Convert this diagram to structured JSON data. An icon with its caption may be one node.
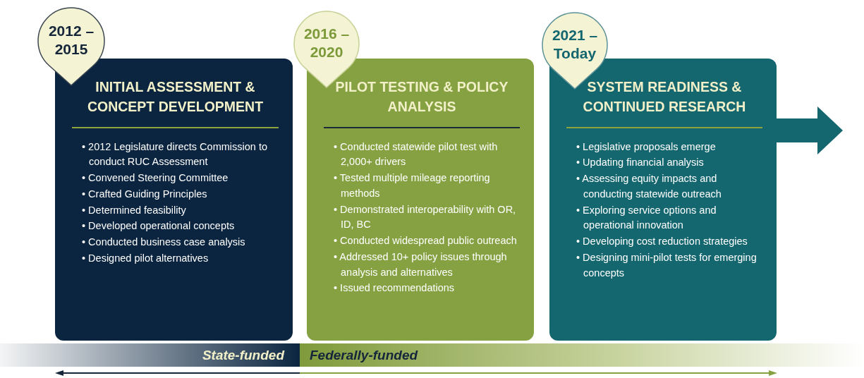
{
  "diagram": {
    "nodes": [
      {
        "text": [
          "2012 – 2015"
        ]
      },
      {
        "text": [
          "INITIAL ASSESSMENT & CONCEPT DEVELOPMENT",
          "• 2012 Legislature directs Commission to conduct RUC Assessment",
          "• Convened Steering Committee",
          "• Crafted Guiding Principles",
          "• Determined feasibility",
          "• Developed operational concepts",
          "• Conducted business case analysis",
          "• Designed pilot alternatives"
        ]
      },
      {
        "text": [
          "2016 – 2020"
        ]
      },
      {
        "text": [
          "PILOT TESTING & POLICY ANALYSIS",
          "• Conducted statewide pilot test with 2,000+ drivers",
          "• Tested multiple mileage reporting methods",
          "• Demonstrated interoperability with OR, ID, BC",
          "• Conducted widespread public outreach",
          "• Addressed 10+ policy issues through analysis and alternatives",
          "• Issued recommendations"
        ]
      },
      {
        "text": [
          "2021 – Today"
        ]
      },
      {
        "text": [
          "SYSTEM READINESS & CONTINUED RESEARCH",
          "• Legislative proposals emerge",
          "• Updating financial analysis",
          "• Assessing equity impacts and conducting statewide outreach",
          "• Exploring service options and operational innovation",
          "• Developing cost reduction strategies",
          "• Designing mini-pilot tests for emerging concepts"
        ]
      },
      {
        "text": [
          "State-funded"
        ]
      },
      {
        "text": [
          "Federally-funded"
        ]
      }
    ]
  }
}
